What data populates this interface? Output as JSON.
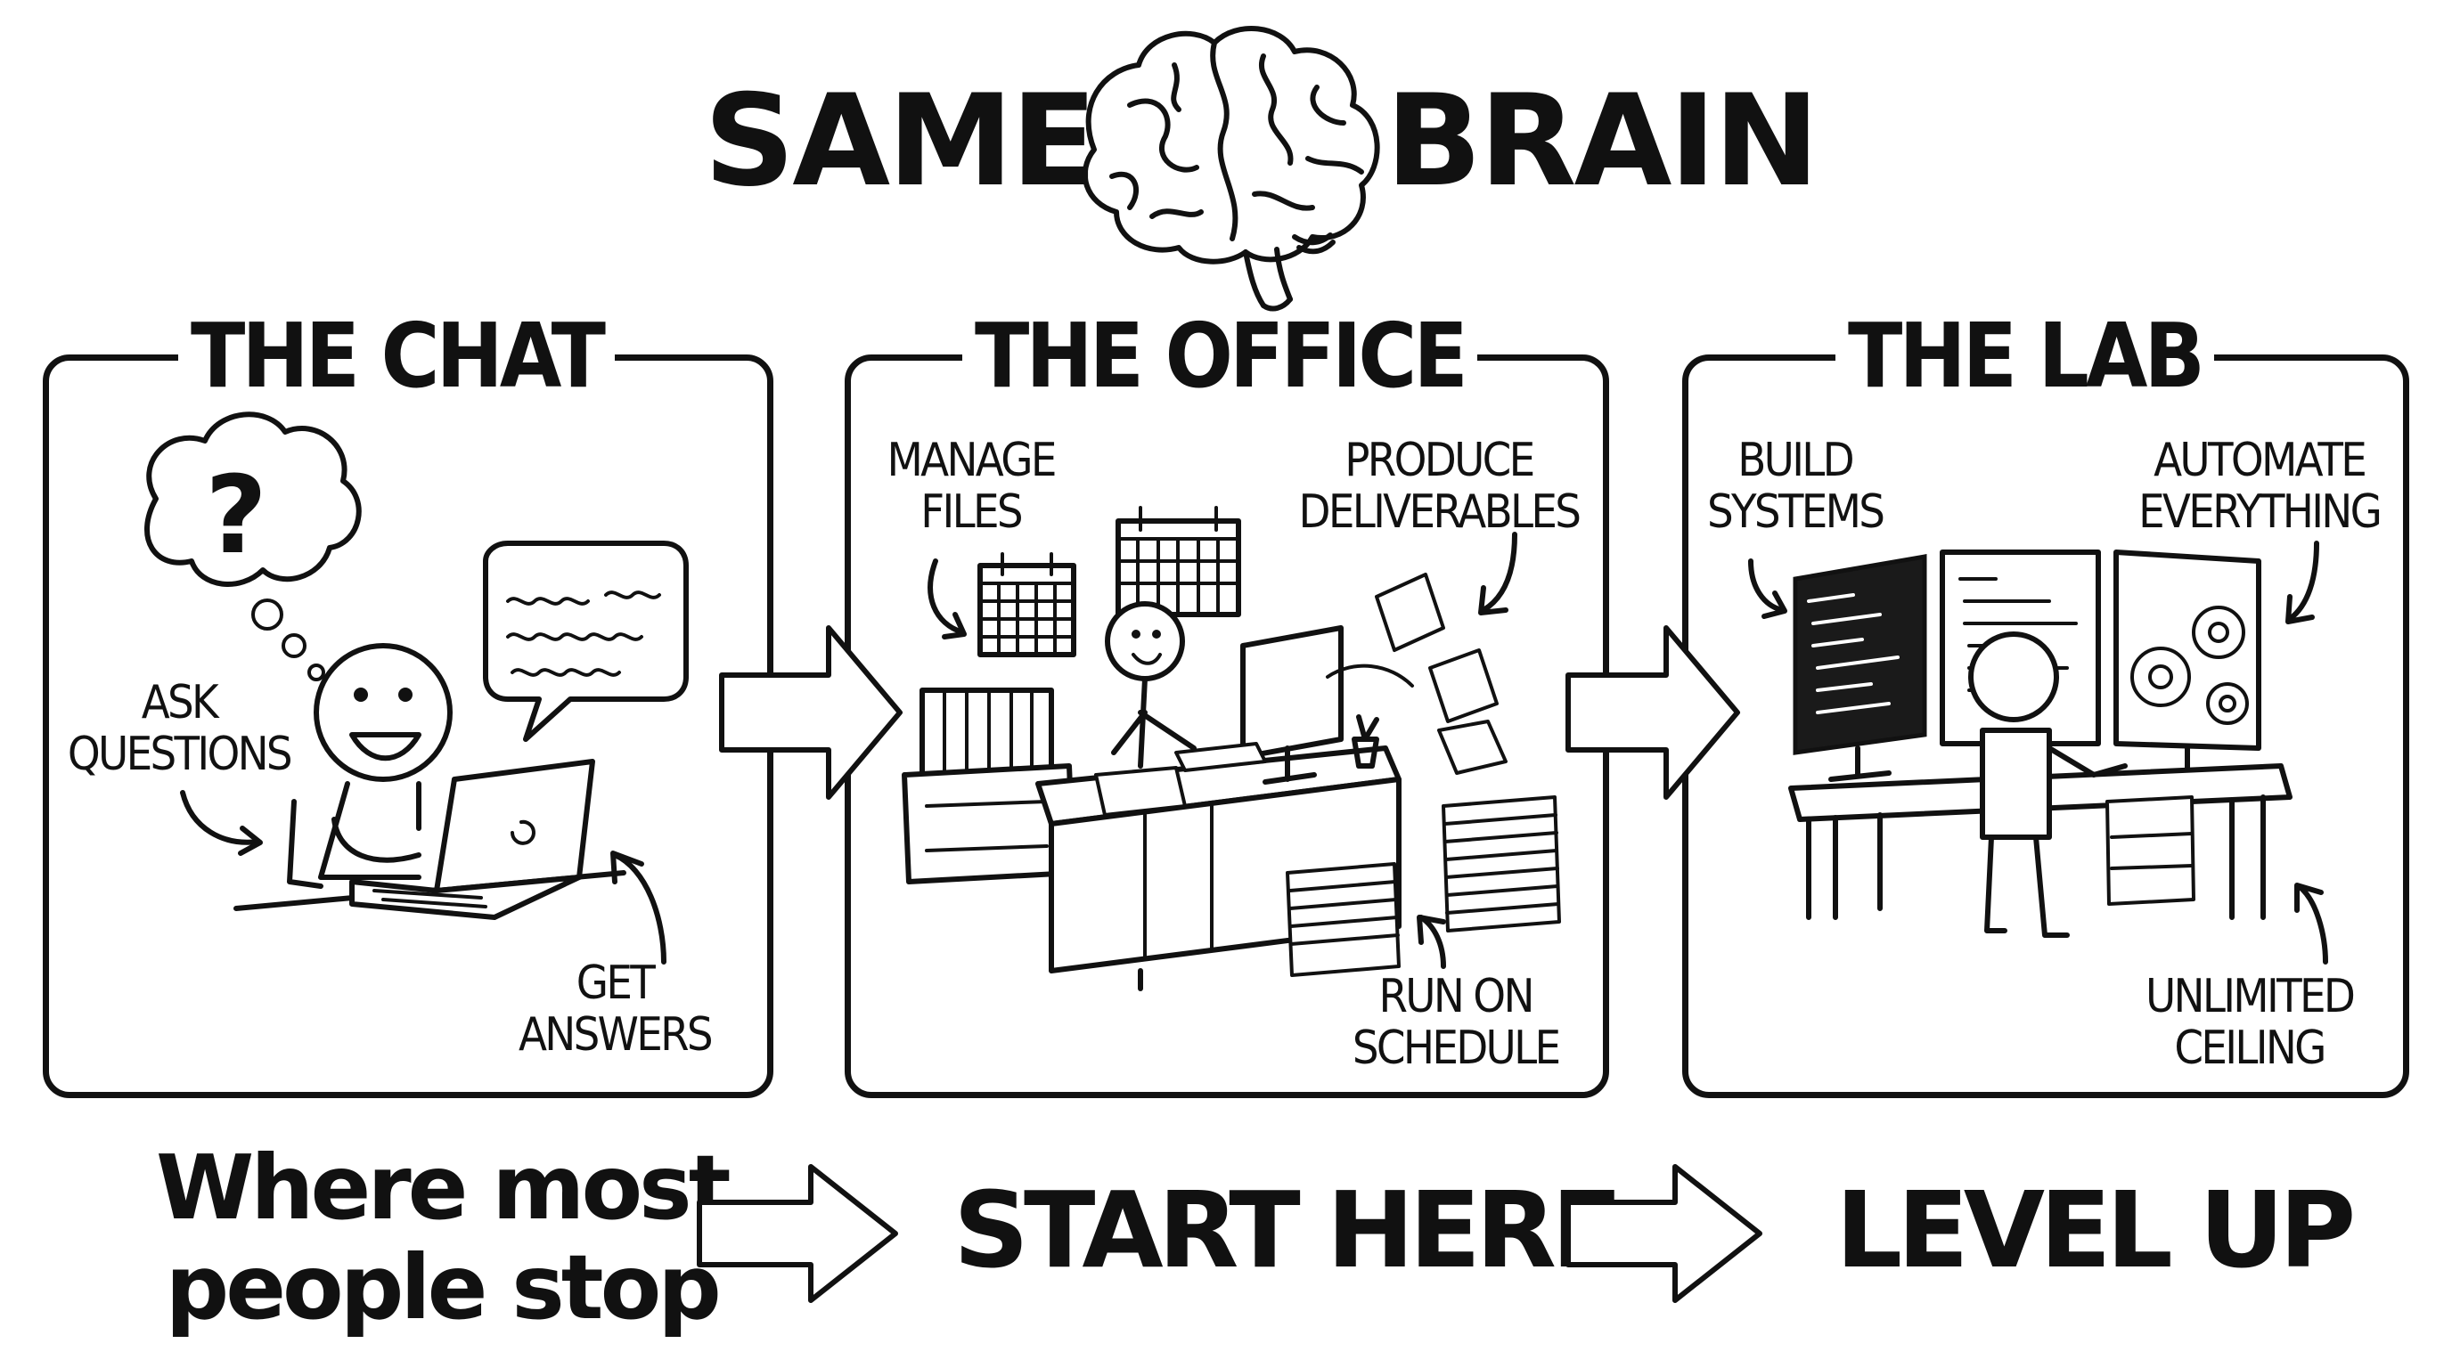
{
  "header": {
    "left_word": "SAME",
    "right_word": "BRAIN",
    "icon": "brain-icon"
  },
  "panels": [
    {
      "title": "THE CHAT",
      "labels": [
        "ASK\nQUESTIONS",
        "GET\nANSWERS"
      ]
    },
    {
      "title": "THE OFFICE",
      "labels": [
        "MANAGE\nFILES",
        "PRODUCE\nDELIVERABLES",
        "RUN ON\nSCHEDULE"
      ]
    },
    {
      "title": "THE LAB",
      "labels": [
        "BUILD\nSYSTEMS",
        "AUTOMATE\nEVERYTHING",
        "UNLIMITED\nCEILING"
      ]
    }
  ],
  "footer": {
    "stage1": "Where most\npeople stop",
    "stage2": "START HERE",
    "stage3": "LEVEL UP"
  },
  "icons": [
    "question-mark-icon",
    "speech-bubble-icon",
    "laptop-icon",
    "calendar-icon",
    "binders-icon",
    "paper-stack-icon",
    "monitor-icon",
    "gears-icon",
    "arrow-right-icon"
  ]
}
